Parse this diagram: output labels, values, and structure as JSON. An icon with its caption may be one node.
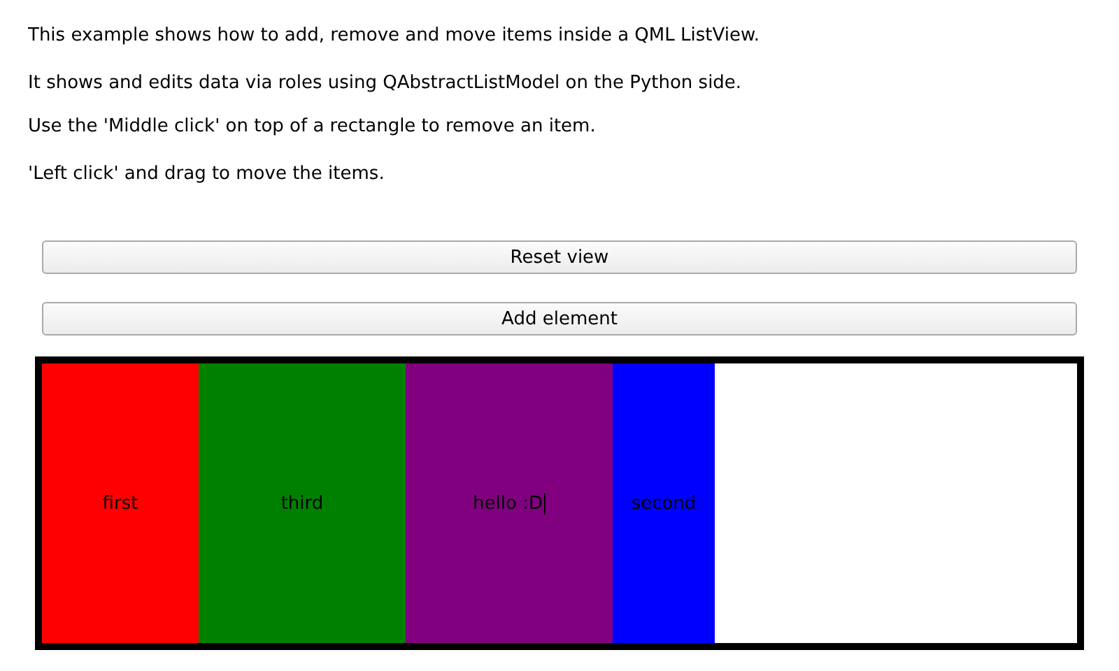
{
  "diagram": {
    "nodes": [
      {
        "text": [
          "Reset view"
        ]
      },
      {
        "text": [
          "Add element"
        ]
      },
      {
        "text": [],
        "shape": "box"
      },
      {
        "text": [
          "first"
        ],
        "in": 2
      },
      {
        "text": [
          "third"
        ],
        "in": 2
      },
      {
        "text": [
          "hello :D"
        ],
        "in": 2
      },
      {
        "text": [
          "second"
        ],
        "in": 2
      }
    ],
    "edges": [],
    "labels": [
      "This example shows how to add, remove and move items inside a QML ListView.",
      "It shows and edits data via roles using QAbstractListModel on the Python side.",
      "Use the 'Middle click' on top of a rectangle to remove an item.",
      "'Left click' and drag to move the items."
    ]
  }
}
